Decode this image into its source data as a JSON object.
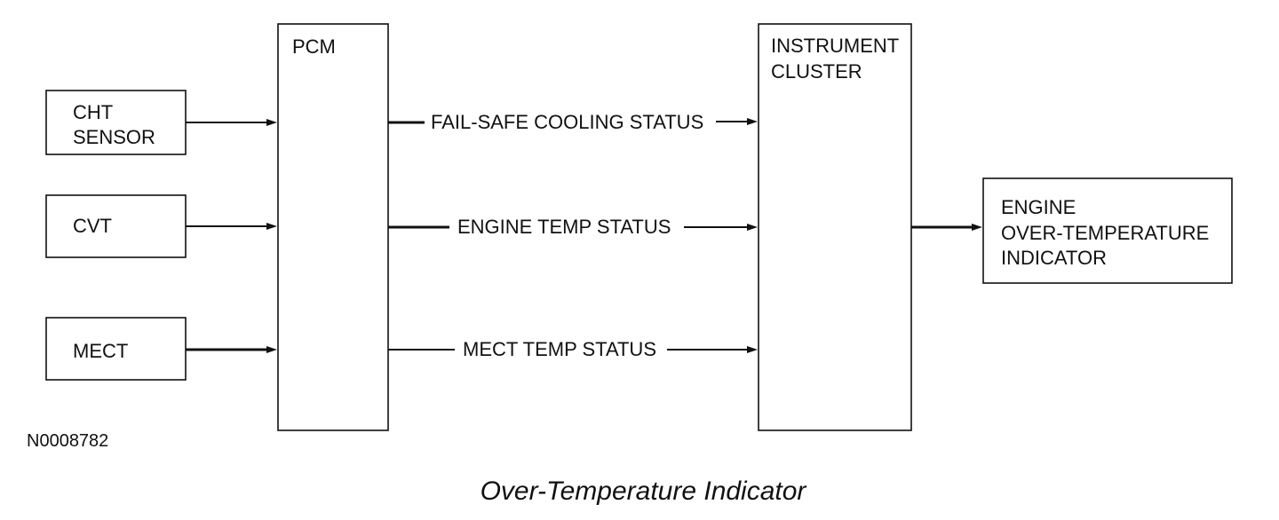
{
  "boxes": {
    "cht_sensor": {
      "line1": "CHT",
      "line2": "SENSOR"
    },
    "cvt": {
      "label": "CVT"
    },
    "mect": {
      "label": "MECT"
    },
    "pcm": {
      "label": "PCM"
    },
    "instrument_cluster": {
      "line1": "INSTRUMENT",
      "line2": "CLUSTER"
    },
    "indicator": {
      "line1": "ENGINE",
      "line2": "OVER-TEMPERATURE",
      "line3": "INDICATOR"
    }
  },
  "signals": {
    "fail_safe": "FAIL-SAFE COOLING STATUS",
    "engine_temp": "ENGINE TEMP STATUS",
    "mect_temp": "MECT TEMP STATUS"
  },
  "reference_code": "N0008782",
  "caption": "Over-Temperature Indicator"
}
